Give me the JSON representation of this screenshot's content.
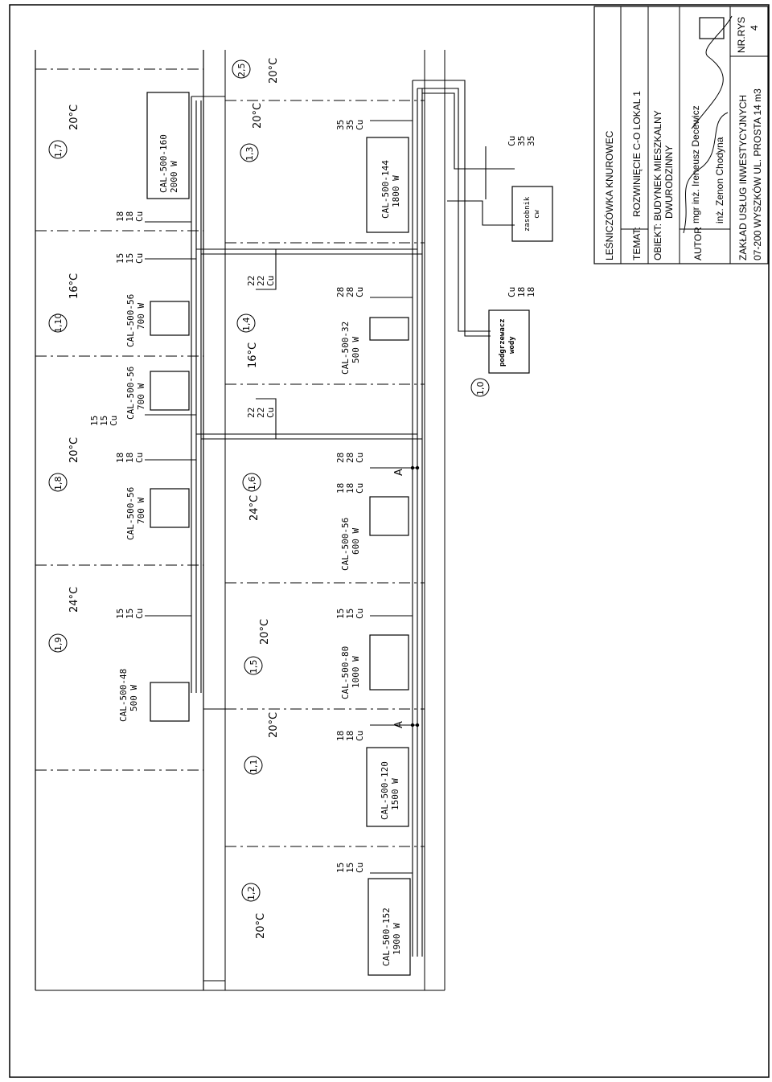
{
  "title_block": {
    "investor": "LEŚNICZÓWKA KNUROWEC",
    "topic_label": "TEMAT:",
    "topic": "ROZWINIĘCIE C-O LOKAL 1",
    "object_line1": "OBIEKT: BUDYNEK MIESZKALNY",
    "object_line2": "DWURODZINNY",
    "author_label": "AUTOR",
    "author1": "mgr inż. Ireneusz Decewicz",
    "author2": "inż. Zenon Chodyna",
    "company_line1": "ZAKŁAD USŁUG INWESTYCYJNYCH",
    "company_line2": "07-200 WYSZKÓW UL. PROSTA 14 m3",
    "drawing_no_label": "NR.RYS",
    "drawing_no": "4"
  },
  "rooms": [
    {
      "id": "1,7",
      "temp": "20°C"
    },
    {
      "id": "1,10",
      "temp": "16°C"
    },
    {
      "id": "1,8",
      "temp": "20°C"
    },
    {
      "id": "1,9",
      "temp": "24°C"
    },
    {
      "id": "2,5",
      "temp": "20°C"
    },
    {
      "id": "1,3",
      "temp": "20°C"
    },
    {
      "id": "1,4",
      "temp": "16°C"
    },
    {
      "id": "1,6",
      "temp": "24°C"
    },
    {
      "id": "1,5",
      "temp": "20°C"
    },
    {
      "id": "1,1",
      "temp": "20°C"
    },
    {
      "id": "1,2",
      "temp": "20°C"
    },
    {
      "id": "1,0",
      "temp": ""
    }
  ],
  "radiators": [
    {
      "model": "CAL-500-160",
      "power": "2000 W"
    },
    {
      "model": "CAL-500-56",
      "power": "700 W"
    },
    {
      "model": "CAL-500-56",
      "power": "700 W"
    },
    {
      "model": "CAL-500-56",
      "power": "700 W"
    },
    {
      "model": "CAL-500-48",
      "power": "500 W"
    },
    {
      "model": "CAL-500-144",
      "power": "1800 W"
    },
    {
      "model": "CAL-500-32",
      "power": "500 W"
    },
    {
      "model": "CAL-500-56",
      "power": "600 W"
    },
    {
      "model": "CAL-500-80",
      "power": "1000 W"
    },
    {
      "model": "CAL-500-120",
      "power": "1500 W"
    },
    {
      "model": "CAL-500-152",
      "power": "1900 W"
    }
  ],
  "pipe_labels": [
    {
      "a": "18",
      "b": "18",
      "c": "Cu"
    },
    {
      "a": "15",
      "b": "15",
      "c": "Cu"
    },
    {
      "a": "15",
      "b": "15",
      "c": "Cu"
    },
    {
      "a": "18",
      "b": "18",
      "c": "Cu"
    },
    {
      "a": "15",
      "b": "15",
      "c": "Cu"
    },
    {
      "a": "35",
      "b": "35",
      "c": "Cu"
    },
    {
      "a": "22",
      "b": "22",
      "c": "Cu"
    },
    {
      "a": "28",
      "b": "28",
      "c": "Cu"
    },
    {
      "a": "22",
      "b": "22",
      "c": "Cu"
    },
    {
      "a": "28",
      "b": "28",
      "c": "Cu"
    },
    {
      "a": "18",
      "b": "18",
      "c": "Cu"
    },
    {
      "a": "15",
      "b": "15",
      "c": "Cu"
    },
    {
      "a": "18",
      "b": "18",
      "c": "Cu"
    },
    {
      "a": "15",
      "b": "15",
      "c": "Cu"
    }
  ],
  "equipment": {
    "tank_line1": "zasobnik",
    "tank_line2": "cw",
    "heater_line1": "podgrzewacz",
    "heater_line2": "wody",
    "cu_top": {
      "a": "Cu",
      "b": "35",
      "c": "35"
    },
    "cu_bottom": {
      "a": "Cu",
      "b": "18",
      "c": "18"
    }
  },
  "markers": {
    "a1": "A",
    "a2": "A"
  }
}
